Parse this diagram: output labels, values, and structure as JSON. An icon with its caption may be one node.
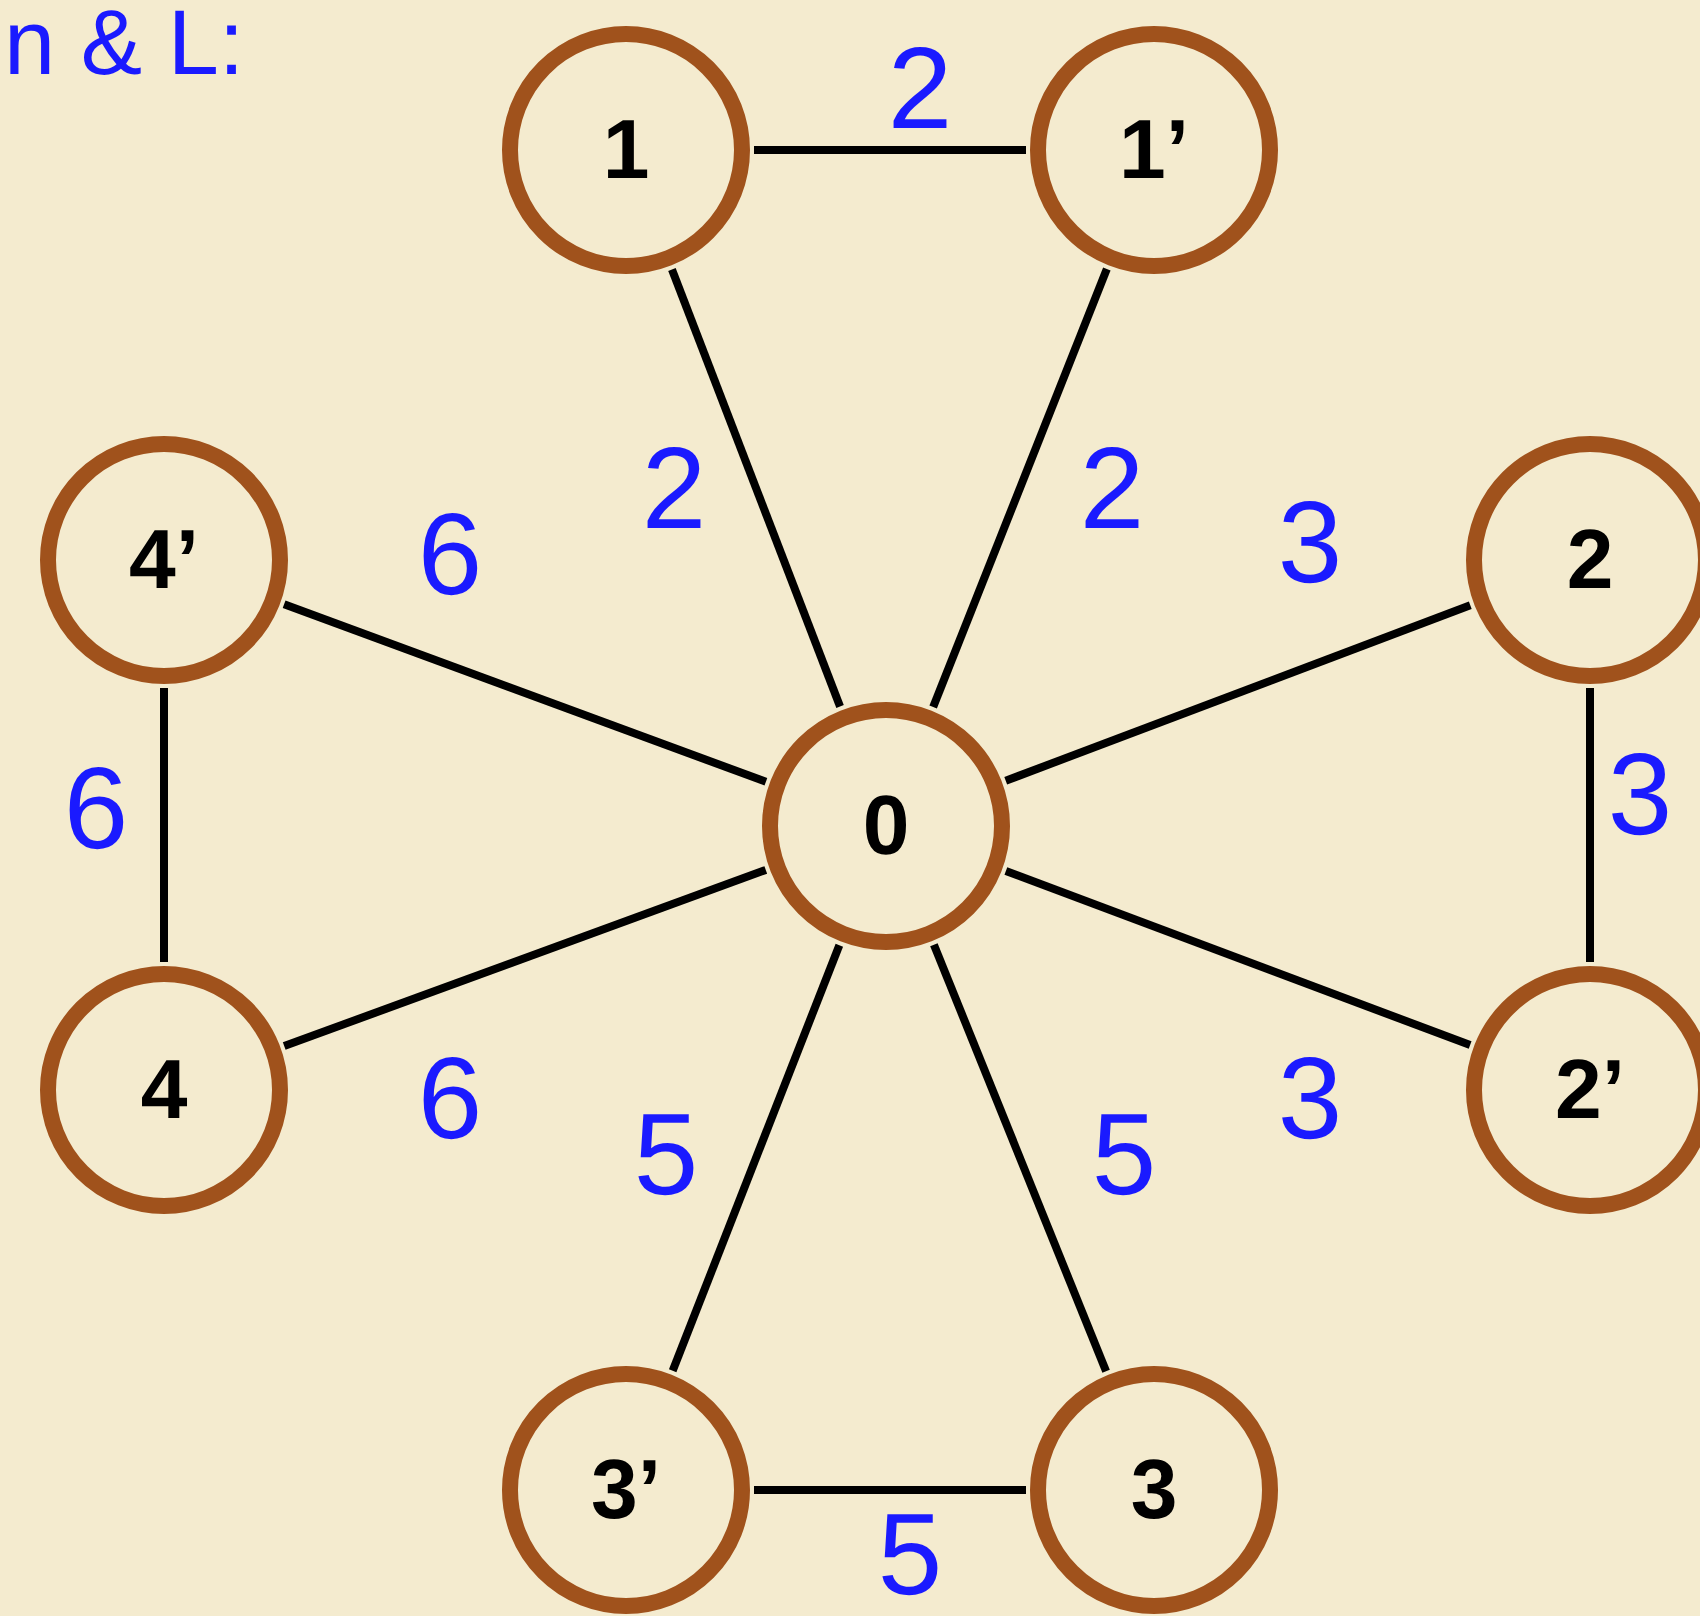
{
  "diagram": {
    "nodes": [
      {
        "text": [
          "1"
        ]
      },
      {
        "text": [
          "1’"
        ]
      },
      {
        "text": [
          "4’"
        ]
      },
      {
        "text": [
          "2"
        ]
      },
      {
        "text": [
          "0"
        ]
      },
      {
        "text": [
          "4"
        ]
      },
      {
        "text": [
          "2’"
        ]
      },
      {
        "text": [
          "3’"
        ]
      },
      {
        "text": [
          "3"
        ]
      }
    ],
    "edges": [
      {
        "from": 0,
        "to": 1,
        "arrow": "none",
        "label": "2"
      },
      {
        "from": 4,
        "to": 0,
        "arrow": "none",
        "label": "2"
      },
      {
        "from": 4,
        "to": 1,
        "arrow": "none",
        "label": "2"
      },
      {
        "from": 4,
        "to": 3,
        "arrow": "none",
        "label": "3"
      },
      {
        "from": 3,
        "to": 6,
        "arrow": "none",
        "label": "3"
      },
      {
        "from": 4,
        "to": 6,
        "arrow": "none",
        "label": "3"
      },
      {
        "from": 4,
        "to": 8,
        "arrow": "none",
        "label": "5"
      },
      {
        "from": 7,
        "to": 8,
        "arrow": "none",
        "label": "5"
      },
      {
        "from": 4,
        "to": 7,
        "arrow": "none",
        "label": "5"
      },
      {
        "from": 4,
        "to": 5,
        "arrow": "none",
        "label": "6"
      },
      {
        "from": 2,
        "to": 5,
        "arrow": "none",
        "label": "6"
      },
      {
        "from": 4,
        "to": 2,
        "arrow": "none",
        "label": "6"
      }
    ],
    "labels": [
      "n & L:"
    ]
  }
}
